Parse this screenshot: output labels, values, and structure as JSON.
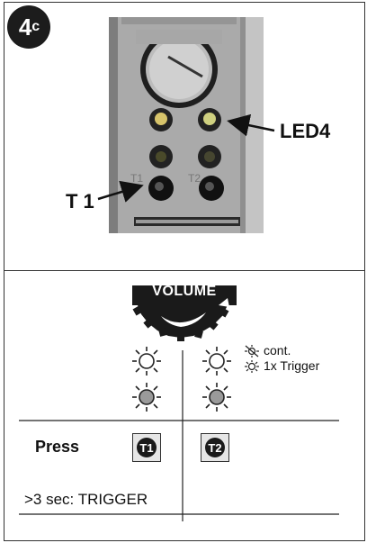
{
  "figure": {
    "badge_number": "4",
    "badge_suffix": "c",
    "label_led4": "LED4",
    "label_t1": "T 1",
    "photo_marks": {
      "t1": "T1",
      "t2": "T2"
    }
  },
  "diagram": {
    "volume_label": "VOLUME",
    "legend": [
      {
        "icon": "blinking-sun-icon",
        "text": "cont."
      },
      {
        "icon": "sun-icon",
        "text": "1x Trigger"
      }
    ],
    "press_label": "Press",
    "buttons": [
      "T1",
      "T2"
    ],
    "footer_text": ">3 sec: TRIGGER"
  }
}
